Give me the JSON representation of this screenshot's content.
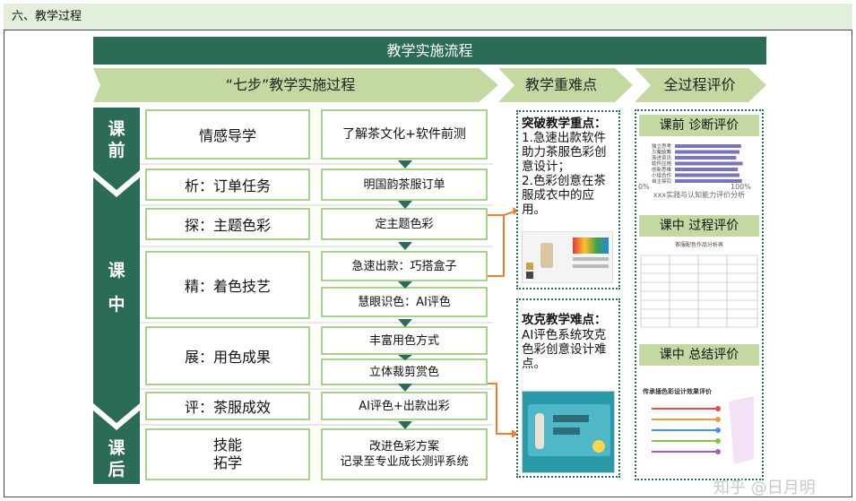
{
  "section": {
    "title": "六、教学过程"
  },
  "header": {
    "title": "教学实施流程"
  },
  "chevrons": {
    "process": "“七步”教学实施过程",
    "difficulty": "教学重难点",
    "evaluation": "全过程评价"
  },
  "phases": {
    "pre": "课前",
    "mid": "课中",
    "post": "课后"
  },
  "steps": [
    {
      "left": "情感导学",
      "right": [
        "了解茶文化+软件前测"
      ]
    },
    {
      "left": "析：订单任务",
      "right": [
        "明国韵茶服订单"
      ]
    },
    {
      "left": "探：主题色彩",
      "right": [
        "定主题色彩"
      ]
    },
    {
      "left": "精：着色技艺",
      "right": [
        "急速出款：巧搭盒子",
        "慧眼识色：AI评色"
      ]
    },
    {
      "left": "展：用色成果",
      "right": [
        "丰富用色方式",
        "立体裁剪赏色"
      ]
    },
    {
      "left": "评：茶服成效",
      "right": [
        "AI评色+出款出彩"
      ]
    },
    {
      "left": "技能\n拓学",
      "right": [
        "改进色彩方案\n记录至专业成长测评系统"
      ]
    }
  ],
  "key_point": {
    "title": "突破教学重点：",
    "body": "1.急速出款软件助力茶服色彩创意设计；\n2.色彩创意在茶服成衣中的应用。"
  },
  "difficult_point": {
    "title": "攻克教学难点：",
    "body": "AI评色系统攻克色彩创意设计难点。"
  },
  "evaluations": [
    {
      "title": "课前  诊断评价"
    },
    {
      "title": "课中 过程评价"
    },
    {
      "title": "课中 总结评价"
    }
  ],
  "mini_chart": {
    "labels": [
      "独立思考",
      "方案统筹",
      "渐进资讯",
      "软件应用",
      "创新思维",
      "小组合作",
      "自主探究"
    ],
    "values": [
      0.82,
      0.8,
      0.76,
      0.84,
      0.78,
      0.8,
      0.83
    ],
    "axis_min": "0%",
    "axis_max": "100%",
    "caption": "xxx实践与认知能力评价分析",
    "bar_color": "#7a75b8"
  },
  "process_table": {
    "title": "茶服配色作品分析表"
  },
  "summary_doc": {
    "title": "传承插色彩设计效果评价",
    "line_colors": [
      "#d94f4f",
      "#e79b3a",
      "#4f8fd9",
      "#8bc34a",
      "#9c5fc4"
    ]
  },
  "watermark": "知乎 @日月明"
}
